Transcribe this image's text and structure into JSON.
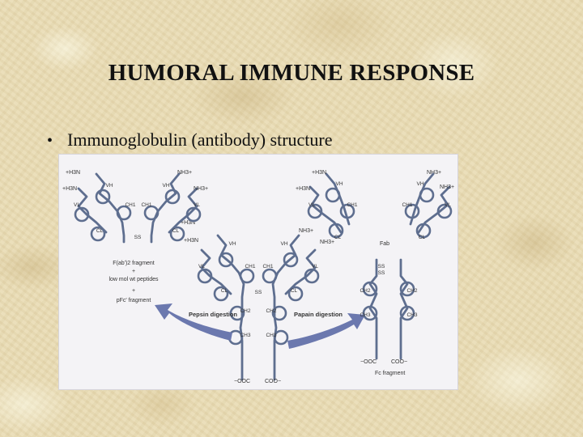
{
  "slide": {
    "title": "HUMORAL IMMUNE RESPONSE",
    "bullet": "Immunoglobulin (antibody) structure"
  },
  "diagram": {
    "termini": {
      "n_terminus_a": "+H3N",
      "n_terminus_b": "NH3+",
      "c_terminus": "COO−",
      "c_terminus_b": "−OOC"
    },
    "domains": {
      "vh": "VH",
      "vl": "VL",
      "ch1": "CH1",
      "cl": "CL",
      "ch2": "CH2",
      "ch3": "CH3"
    },
    "disulfide": "SS",
    "labels": {
      "f_ab2_fragment": "F(ab')2 fragment",
      "plus": "+",
      "low_mw_peptides": "low mol wt peptides",
      "pfc_fragment": "pFc' fragment",
      "pepsin_digestion": "Pepsin digestion",
      "papain_digestion": "Papain digestion",
      "fab": "Fab",
      "fc_fragment": "Fc fragment"
    }
  }
}
